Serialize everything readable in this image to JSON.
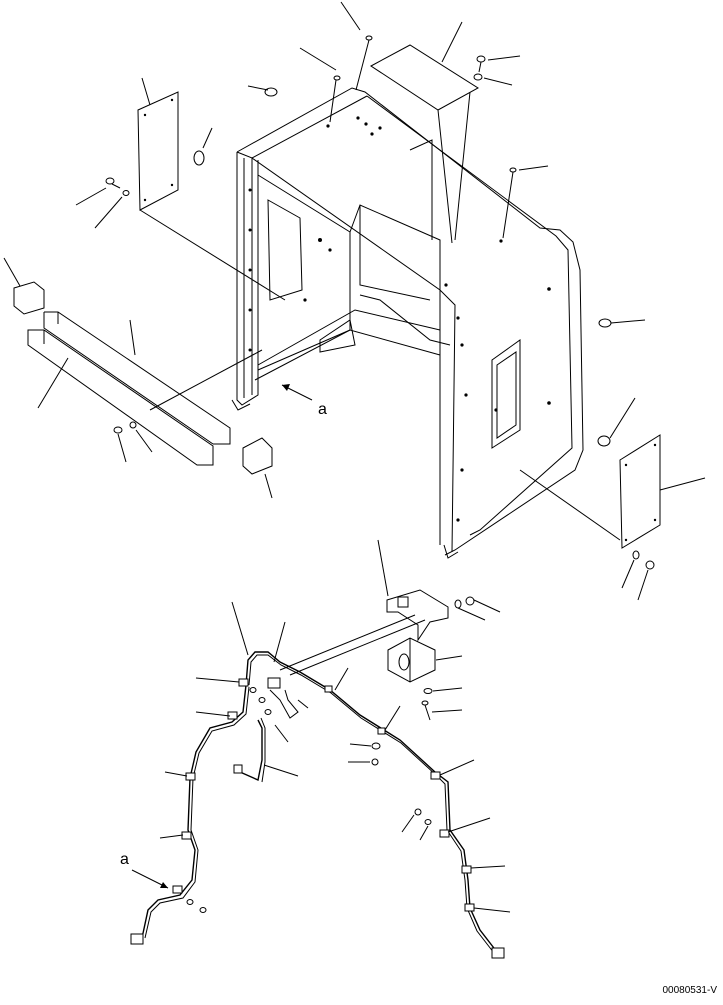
{
  "labels": {
    "ref_a_upper": "a",
    "ref_a_lower": "a"
  },
  "drawing_id": "00080531-V"
}
